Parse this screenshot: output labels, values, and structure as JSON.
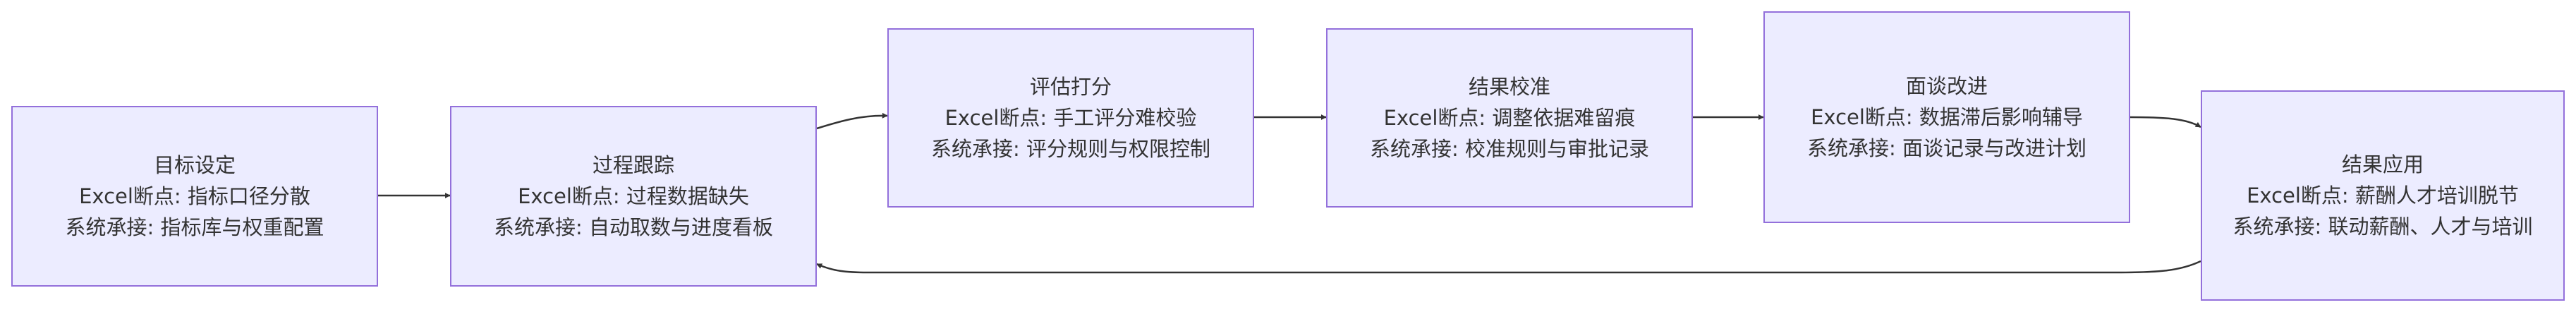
{
  "nodes": [
    {
      "id": "n1",
      "title": "目标设定",
      "breakpoint": "Excel断点: 指标口径分散",
      "support": "系统承接: 指标库与权重配置"
    },
    {
      "id": "n2",
      "title": "过程跟踪",
      "breakpoint": "Excel断点: 过程数据缺失",
      "support": "系统承接: 自动取数与进度看板"
    },
    {
      "id": "n3",
      "title": "评估打分",
      "breakpoint": "Excel断点: 手工评分难校验",
      "support": "系统承接: 评分规则与权限控制"
    },
    {
      "id": "n4",
      "title": "结果校准",
      "breakpoint": "Excel断点: 调整依据难留痕",
      "support": "系统承接: 校准规则与审批记录"
    },
    {
      "id": "n5",
      "title": "面谈改进",
      "breakpoint": "Excel断点: 数据滞后影响辅导",
      "support": "系统承接: 面谈记录与改进计划"
    },
    {
      "id": "n6",
      "title": "结果应用",
      "breakpoint": "Excel断点: 薪酬人才培训脱节",
      "support": "系统承接: 联动薪酬、人才与培训"
    }
  ],
  "edges": [
    {
      "from": "n1",
      "to": "n2"
    },
    {
      "from": "n2",
      "to": "n3"
    },
    {
      "from": "n3",
      "to": "n4"
    },
    {
      "from": "n4",
      "to": "n5"
    },
    {
      "from": "n5",
      "to": "n6"
    },
    {
      "from": "n6",
      "to": "n2"
    }
  ],
  "colors": {
    "node_fill": "#ececff",
    "node_border": "#9370db",
    "text": "#333333",
    "edge": "#333333"
  }
}
